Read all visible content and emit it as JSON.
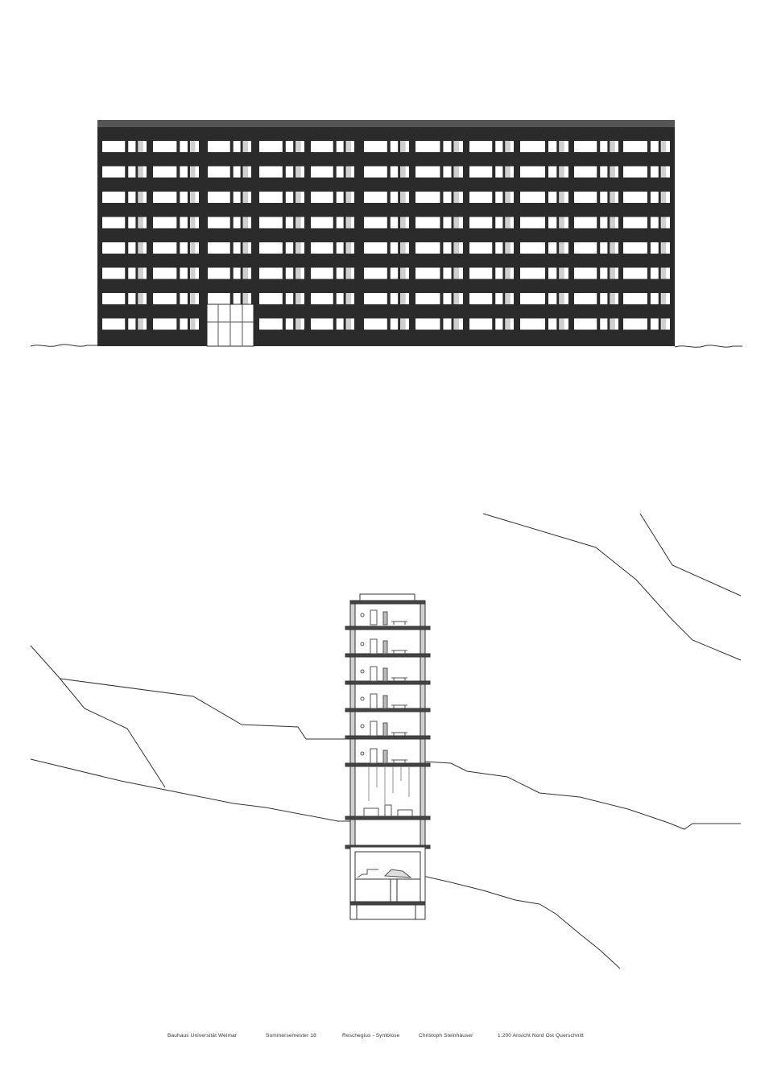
{
  "footer": {
    "university": "Bauhaus Universität Weimar",
    "semester": "Sommersemester 18",
    "project": "Reschegius - Symbiose",
    "author": "Christoph Steinhäuser",
    "drawing": "1:200 Ansicht Nord Ost Querschnitt"
  },
  "elevation": {
    "floors": 8,
    "facade_color": "#2b2b2b",
    "window_color": "#ffffff"
  },
  "section": {
    "floors": 9,
    "line_color": "#333333"
  }
}
